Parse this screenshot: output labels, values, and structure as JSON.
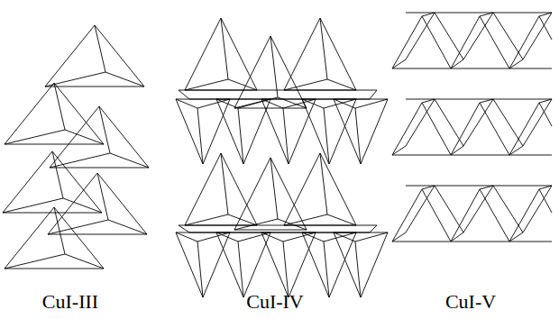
{
  "diagram": {
    "labels": [
      "CuI-III",
      "CuI-IV",
      "CuI-V"
    ]
  }
}
